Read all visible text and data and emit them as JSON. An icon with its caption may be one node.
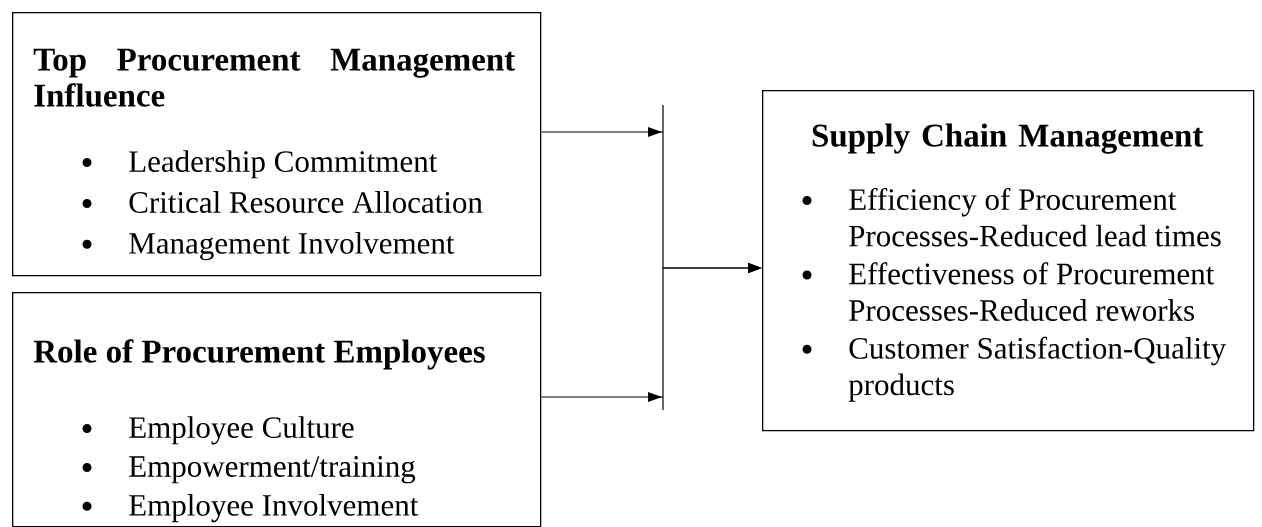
{
  "diagram": {
    "nodes": [
      {
        "text": [
          "Top Procurement Management Influence",
          "Leadership Commitment",
          "Critical Resource Allocation",
          "Management Involvement"
        ]
      },
      {
        "text": [
          "Role of Procurement Employees",
          "Employee Culture",
          "Empowerment/training",
          "Employee Involvement"
        ]
      },
      {
        "text": [
          "Supply Chain Management",
          "Efficiency of Procurement Processes-Reduced lead times",
          "Effectiveness of Procurement Processes-Reduced reworks",
          "Customer Satisfaction-Quality products"
        ]
      }
    ],
    "edges": [
      {
        "from": 0,
        "to": 2,
        "arrow": "to"
      },
      {
        "from": 1,
        "to": 2,
        "arrow": "to"
      }
    ]
  }
}
